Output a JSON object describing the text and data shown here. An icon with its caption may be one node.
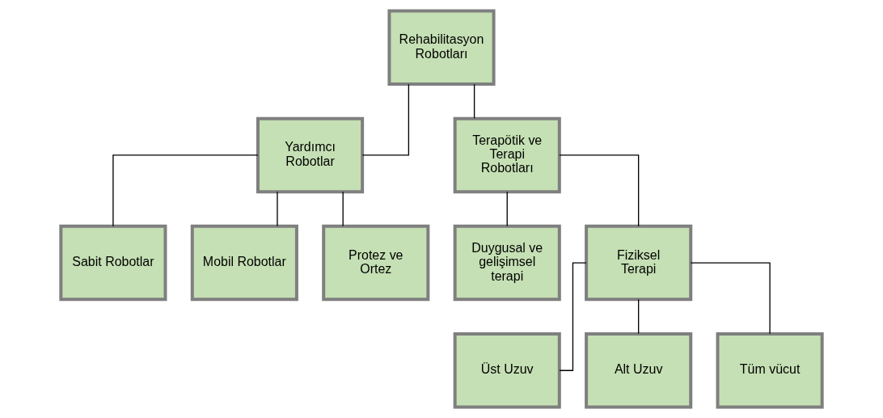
{
  "diagram": {
    "nodes": [
      {
        "text": [
          "Rehabilitasyon Robotları"
        ]
      },
      {
        "text": [
          "Yardımcı Robotlar"
        ]
      },
      {
        "text": [
          "Terapötik ve Terapi Robotları"
        ]
      },
      {
        "text": [
          "Sabit Robotlar"
        ]
      },
      {
        "text": [
          "Mobil Robotlar"
        ]
      },
      {
        "text": [
          "Protez ve Ortez"
        ]
      },
      {
        "text": [
          "Duygusal ve gelişimsel terapi"
        ]
      },
      {
        "text": [
          "Fiziksel Terapi"
        ]
      },
      {
        "text": [
          "Üst Uzuv"
        ]
      },
      {
        "text": [
          "Alt Uzuv"
        ]
      },
      {
        "text": [
          "Tüm vücut"
        ]
      }
    ],
    "edges": [
      {
        "from": 0,
        "to": 1,
        "arrow": "none"
      },
      {
        "from": 0,
        "to": 2,
        "arrow": "none"
      },
      {
        "from": 1,
        "to": 3,
        "arrow": "none"
      },
      {
        "from": 1,
        "to": 4,
        "arrow": "none"
      },
      {
        "from": 1,
        "to": 5,
        "arrow": "none"
      },
      {
        "from": 2,
        "to": 6,
        "arrow": "none"
      },
      {
        "from": 2,
        "to": 7,
        "arrow": "none"
      },
      {
        "from": 7,
        "to": 8,
        "arrow": "none"
      },
      {
        "from": 7,
        "to": 9,
        "arrow": "none"
      },
      {
        "from": 7,
        "to": 10,
        "arrow": "none"
      }
    ]
  }
}
